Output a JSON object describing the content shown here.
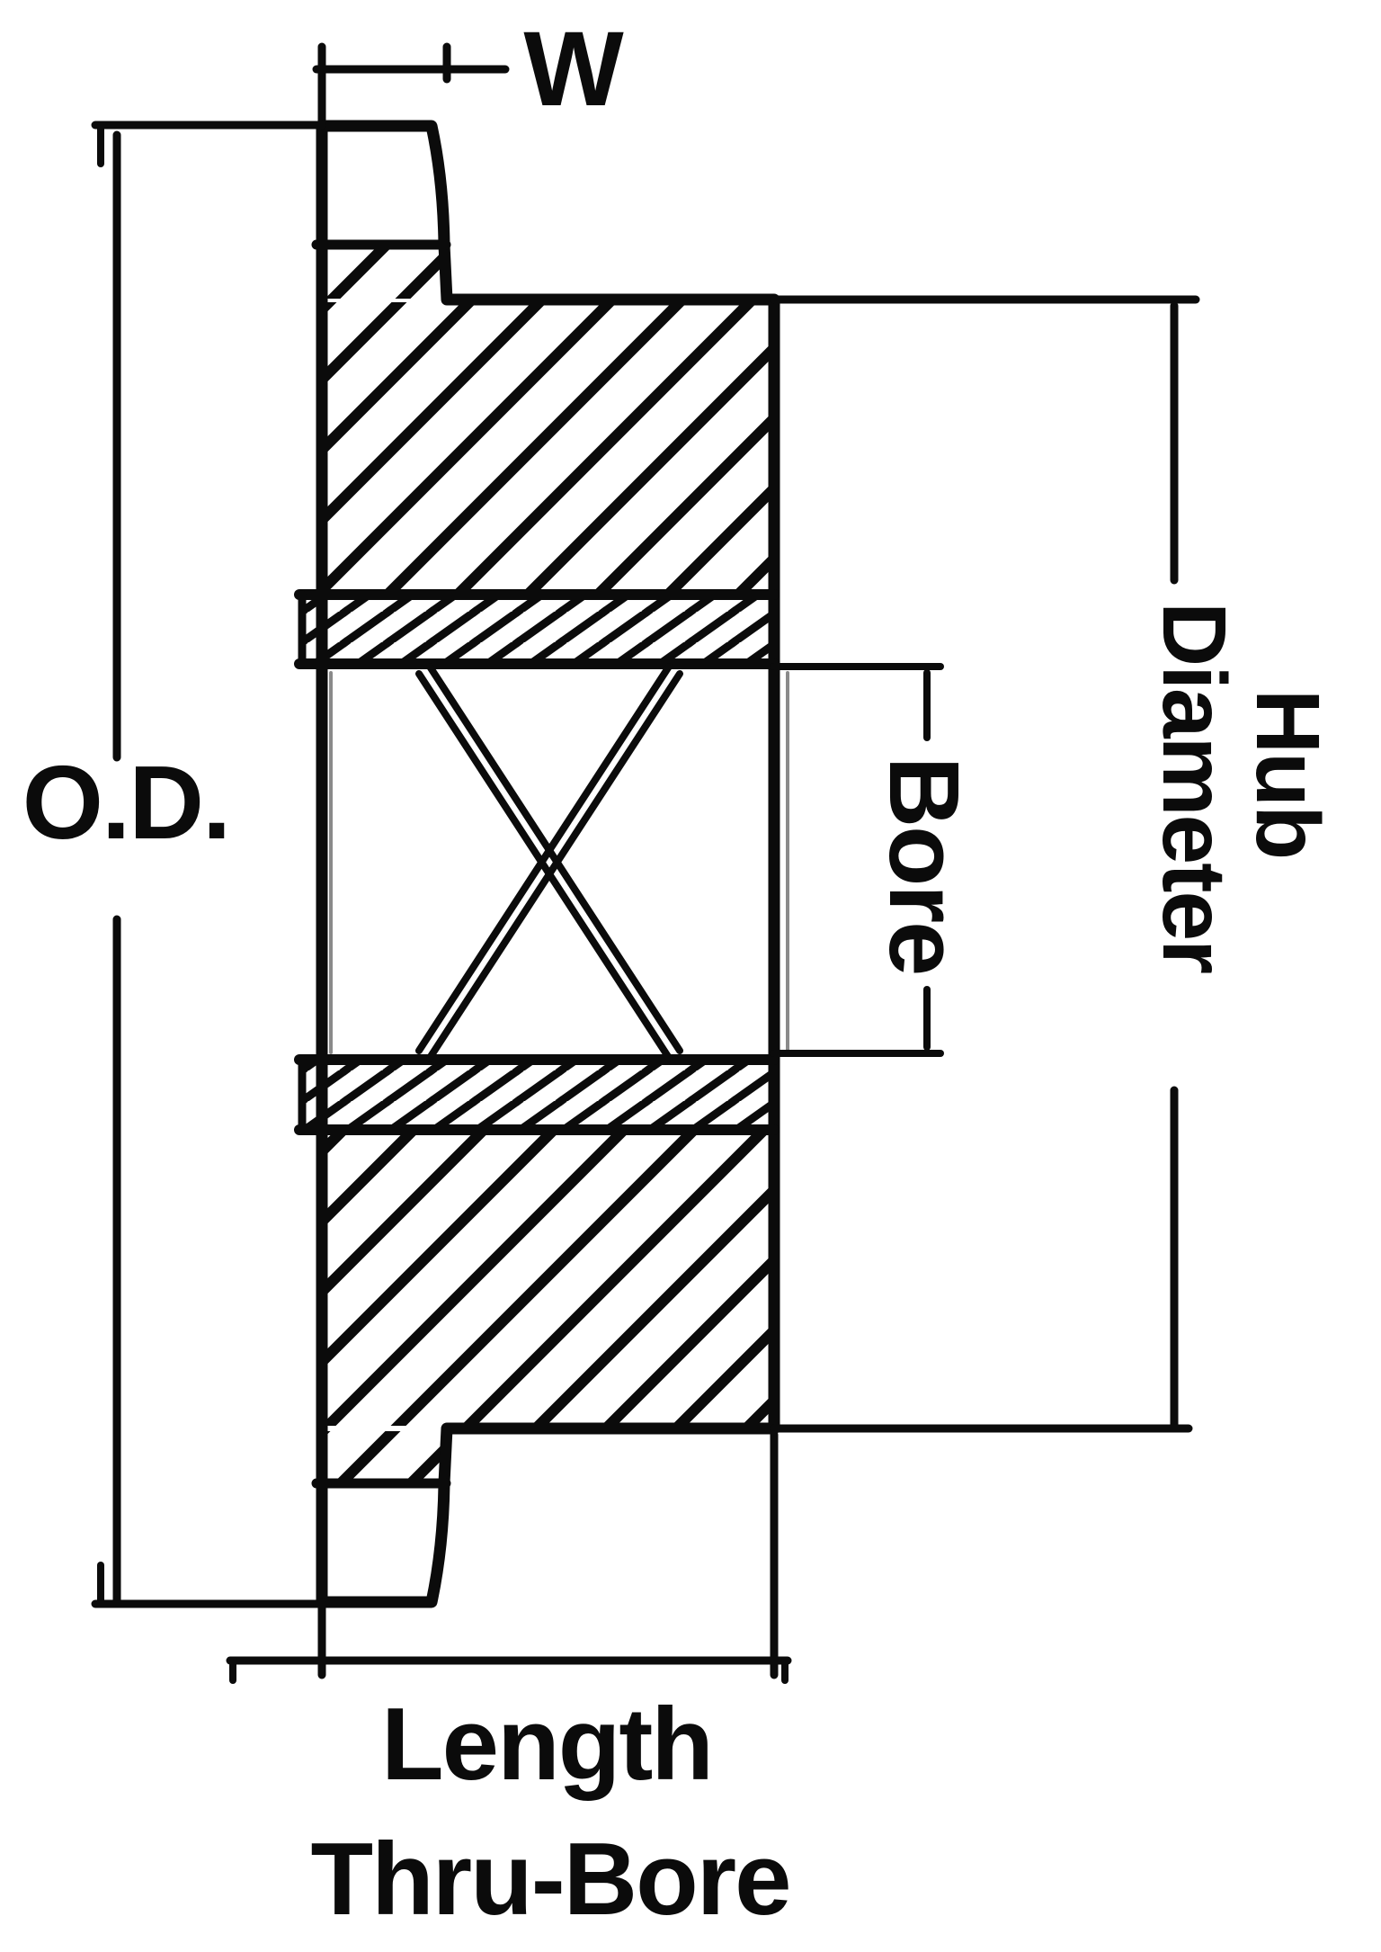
{
  "diagram": {
    "type": "sprocket-hub-cross-section",
    "labels": {
      "tooth_width": "W",
      "outer_diameter": "O.D.",
      "bore": "Bore",
      "hub_diameter_line1": "Hub",
      "hub_diameter_line2": "Diameter",
      "length_thru_bore_line1": "Length",
      "length_thru_bore_line2": "Thru-Bore"
    },
    "colors": {
      "ink": "#0b0b0b",
      "background": "#ffffff",
      "aux_line": "#8a8a8a"
    }
  }
}
